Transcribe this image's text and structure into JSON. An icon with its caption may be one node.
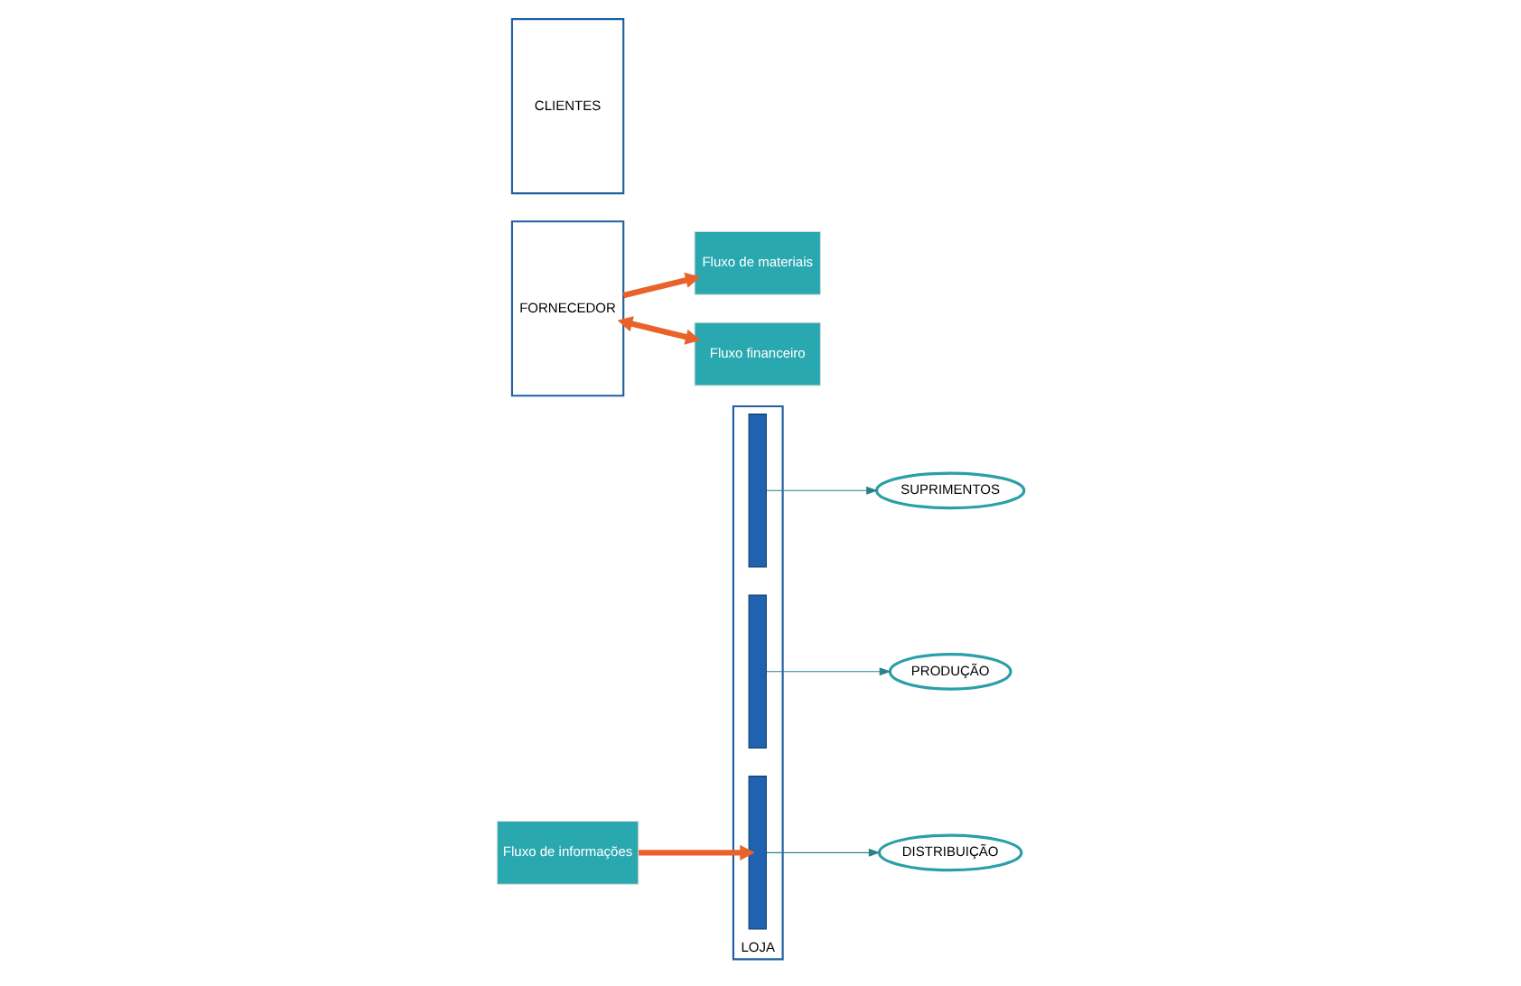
{
  "diagram": {
    "nodes": [
      {
        "text": [
          "PRODUÇÃO"
        ]
      },
      {
        "text": [
          "DISTRIBUIÇÃO"
        ]
      },
      {
        "text": [
          "FORNECEDOR"
        ]
      },
      {
        "text": [
          "LOJA"
        ]
      },
      {
        "text": [],
        "shape": "bar",
        "in": 3
      },
      {
        "text": [],
        "shape": "bar",
        "in": 3
      },
      {
        "text": [],
        "shape": "bar",
        "in": 3
      },
      {
        "text": [
          "CLIENTES"
        ]
      },
      {
        "text": [
          "Fluxo de informações"
        ]
      },
      {
        "text": [
          "Fluxo de materiais"
        ]
      },
      {
        "text": [
          "Fluxo financeiro"
        ]
      },
      {
        "text": [
          "SUPRIMENTOS"
        ]
      }
    ],
    "edges": [
      {
        "from": 5,
        "to": 0,
        "arrow": "to"
      },
      {
        "from": 6,
        "to": 1,
        "arrow": "to"
      },
      {
        "from": 8,
        "to": 6,
        "arrow": "to",
        "style": "thick",
        "color": "#e8622a"
      },
      {
        "from": 2,
        "to": 9,
        "arrow": "to",
        "style": "thick",
        "color": "#e8622a"
      },
      {
        "from": 2,
        "to": 10,
        "arrow": "both",
        "style": "thick",
        "color": "#e8622a"
      },
      {
        "from": 4,
        "to": 11,
        "arrow": "to"
      }
    ]
  }
}
